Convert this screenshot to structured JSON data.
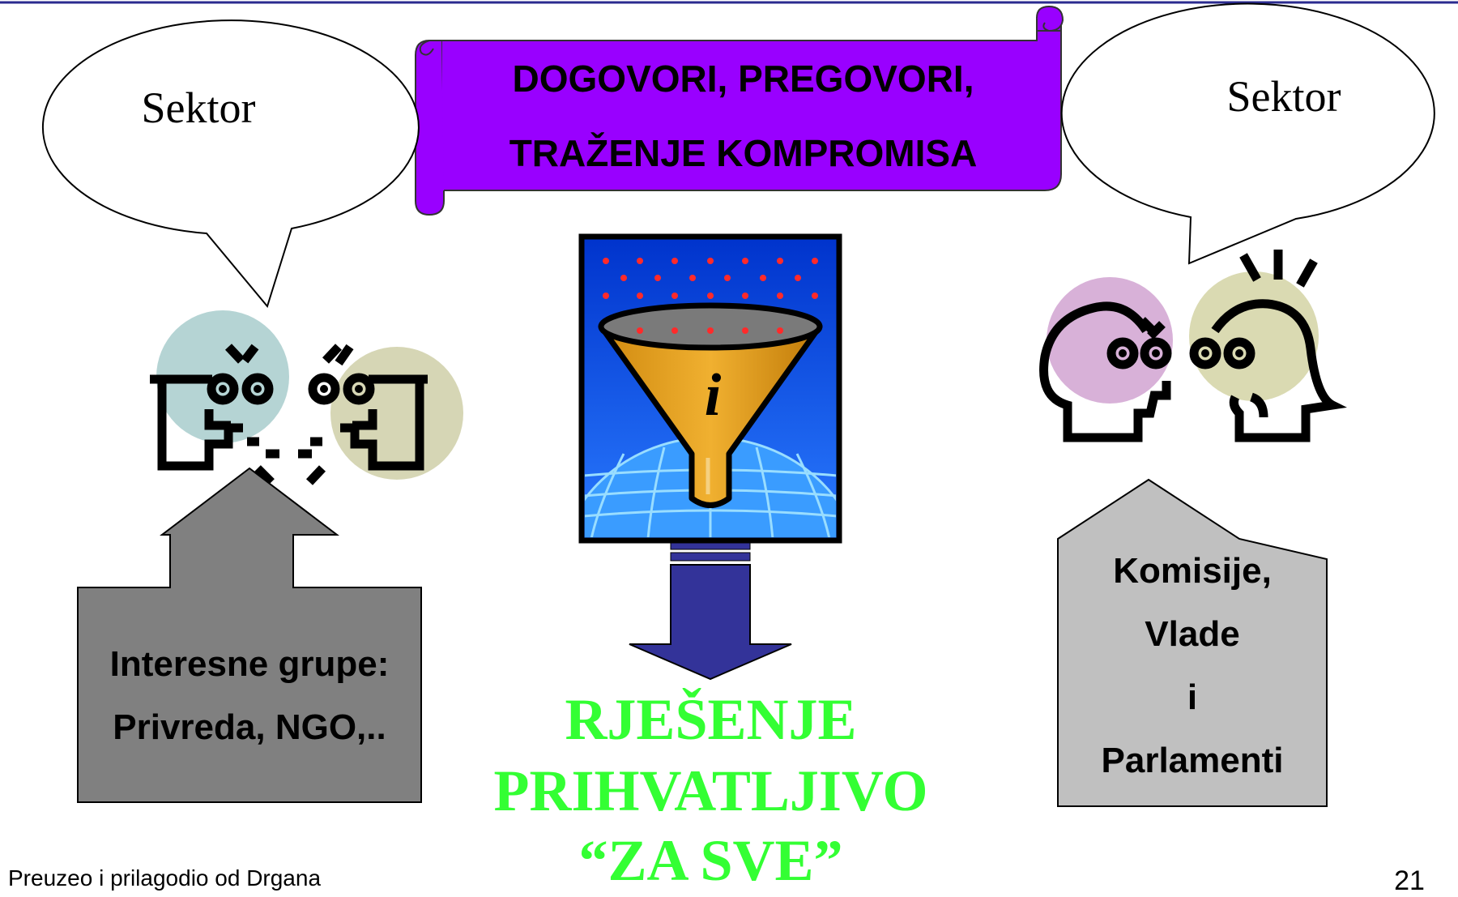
{
  "banner": {
    "line1": "DOGOVORI, PREGOVORI,",
    "line2": "TRAŽENJE KOMPROMISA",
    "fill_color": "#9900ff"
  },
  "left_group": {
    "bubble_text": "Sektor",
    "box_line1": "Interesne grupe:",
    "box_line2": "Privreda, NGO,..",
    "box_color": "#808080"
  },
  "right_group": {
    "bubble_text": "Sektor",
    "box_line1": "Komisije,",
    "box_line2": "Vlade",
    "box_line3": "i",
    "box_line4": "Parlamenti",
    "box_color": "#c0c0c0"
  },
  "center": {
    "result_line1": "RJEŠENJE",
    "result_line2": "PRIHVATLJIVO",
    "result_line3": "“ZA SVE”",
    "result_color": "#33ff33",
    "funnel_glyph": "i",
    "arrow_color": "#333399"
  },
  "footer": {
    "credit": "Preuzeo i prilagodio od Drgana",
    "page_number": "21"
  },
  "icons": [
    "speech-bubble-icon",
    "arguing-people-icon",
    "info-funnel-icon",
    "conversing-people-icon"
  ]
}
